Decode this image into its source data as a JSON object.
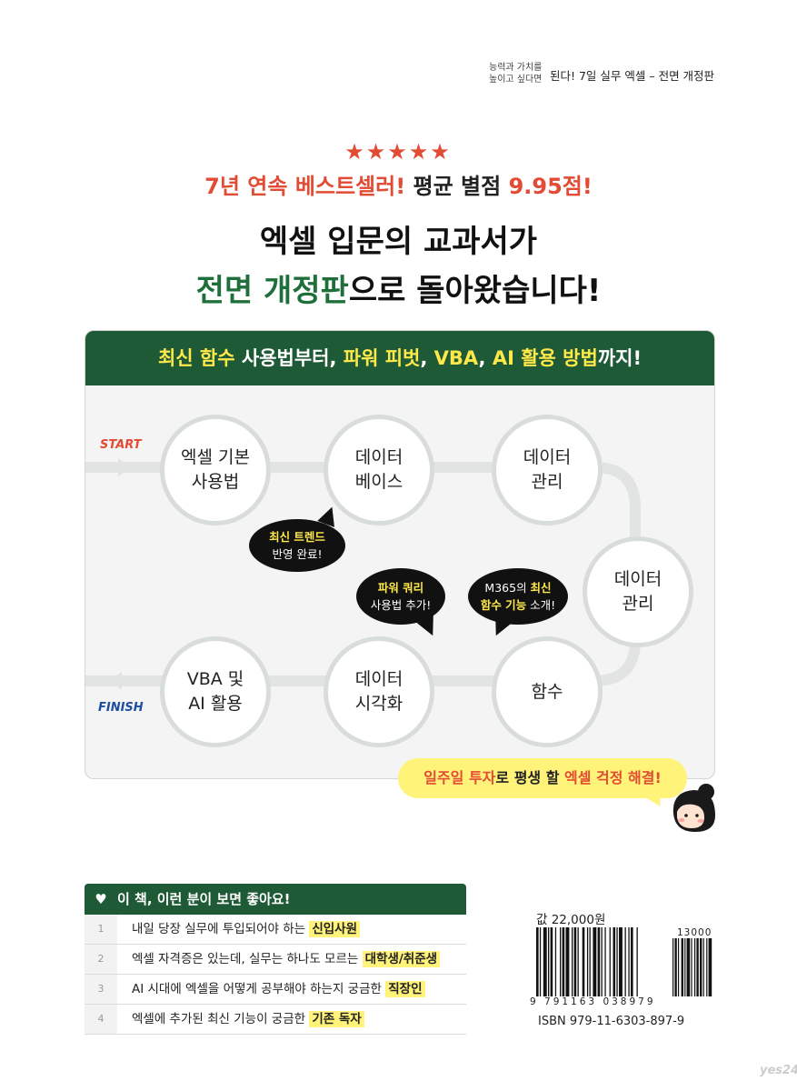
{
  "header": {
    "series_line1": "능력과 가치를",
    "series_line2": "높이고 싶다면",
    "series_title": "된다! 7일 실무 엑셀 – 전면 개정판"
  },
  "stars": "★★★★★",
  "headline": {
    "red1": "7년 연속 베스트셀러!",
    "dark1": " 평균 별점 ",
    "red2": "9.95점!"
  },
  "title": {
    "line1": "엑셀 입문의 교과서가",
    "green": "전면 개정판",
    "rest": "으로 돌아왔습니다!"
  },
  "card": {
    "head": {
      "y1": "최신 함수",
      "w1": " 사용법부터, ",
      "y2": "파워 피벗",
      "w2": ", ",
      "y3": "VBA",
      "w3": ", ",
      "y4": "AI 활용 방법",
      "w4": "까지!"
    },
    "start": "START",
    "finish": "FINISH",
    "nodes": [
      {
        "l1": "엑셀 기본",
        "l2": "사용법"
      },
      {
        "l1": "데이터",
        "l2": "베이스"
      },
      {
        "l1": "데이터",
        "l2": "관리"
      },
      {
        "l1": "데이터",
        "l2": "관리"
      },
      {
        "l1": "함수",
        "l2": ""
      },
      {
        "l1": "데이터",
        "l2": "시각화"
      },
      {
        "l1": "VBA 및",
        "l2": "AI 활용"
      }
    ],
    "bubbles": {
      "b1": {
        "y": "최신 트렌드",
        "w": "반영 완료!"
      },
      "b2": {
        "y": "파워 쿼리",
        "w": "사용법 추가!"
      },
      "b3": {
        "w1": "M365의 ",
        "y1": "최신",
        "y2": "함수 기능",
        "w2": " 소개!"
      }
    }
  },
  "speech": {
    "r1": "일주일 투자",
    "d1": "로 평생 할 ",
    "r2": "엑셀 걱정 해결!"
  },
  "list": {
    "title": "이 책, 이런 분이 보면 좋아요!",
    "rows": [
      {
        "num": "1",
        "text": "내일 당장 실무에 투입되어야 하는 ",
        "hl": "신입사원"
      },
      {
        "num": "2",
        "text": "엑셀 자격증은 있는데, 실무는 하나도 모르는 ",
        "hl": "대학생/취준생"
      },
      {
        "num": "3",
        "text": "AI 시대에 엑셀을 어떻게 공부해야 하는지 궁금한 ",
        "hl": "직장인"
      },
      {
        "num": "4",
        "text": "엑셀에 추가된 최신 기능이 궁금한 ",
        "hl": "기존 독자"
      }
    ]
  },
  "price": "값 22,000원",
  "barcode_addon": "13000",
  "barcode_digits": "9 791163 038979",
  "isbn": "ISBN 979-11-6303-897-9",
  "logo": "yes24",
  "colors": {
    "green": "#1f5a36",
    "red": "#e24b34",
    "yellow": "#fff37a"
  }
}
